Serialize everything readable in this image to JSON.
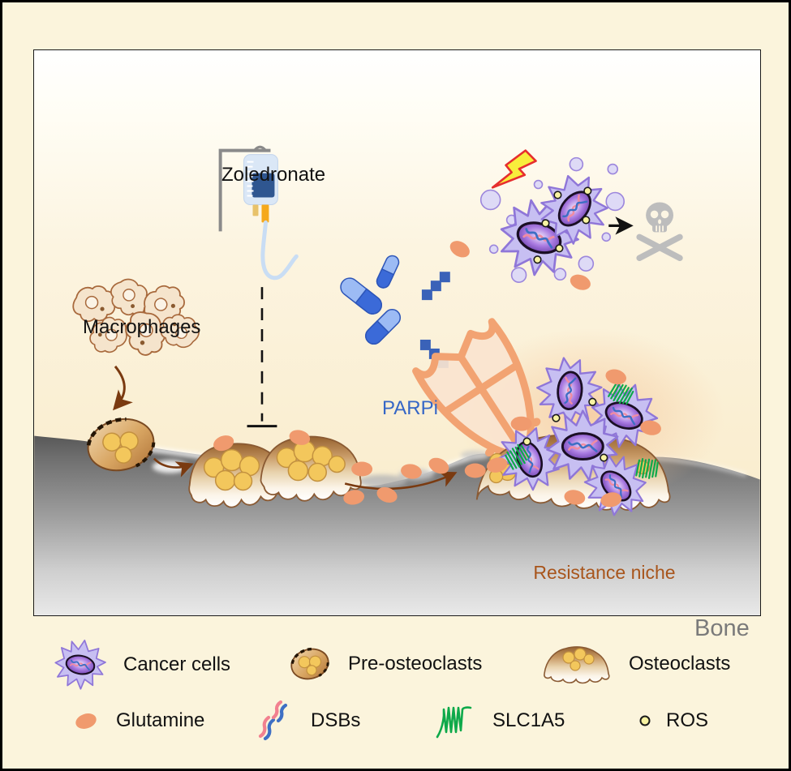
{
  "diagram": {
    "labels": {
      "zoledronate": "Zoledronate",
      "macrophages": "Macrophages",
      "parpi": "PARPi",
      "resistance_niche": "Resistance niche",
      "bone": "Bone"
    },
    "colors": {
      "background": "#FBF4DC",
      "panel_top": "#FFFFFF",
      "panel_bottom": "#F8E9C8",
      "cancer_cell_purple": "#C7BFF2",
      "cancer_outline": "#8F76D8",
      "glutamine_orange": "#F09A6E",
      "slc1a5_green": "#0EA94A",
      "parpi_blue": "#3566C6",
      "bone_dark": "#5A5A5A",
      "bone_light": "#E8E8E8",
      "resistance_label_brown": "#A8551C",
      "lightning_yellow": "#F8EE3C",
      "lightning_red": "#E62E2E",
      "skull_gray": "#BDBDBD",
      "iv_bag_blue": "#DAE7F6",
      "iv_label_navy": "#2F5690"
    },
    "icons": [
      "iv-drip-icon",
      "inhibition-bar-icon",
      "lightning-bolt-icon",
      "skull-crossbones-icon",
      "shield-icon",
      "capsule-icon",
      "parpi-fragment-icon"
    ]
  },
  "legend": {
    "items": [
      {
        "icon": "cancer-cell-icon",
        "label": "Cancer cells"
      },
      {
        "icon": "pre-osteoclast-icon",
        "label": "Pre-osteoclasts"
      },
      {
        "icon": "osteoclast-icon",
        "label": "Osteoclasts"
      },
      {
        "icon": "glutamine-icon",
        "label": "Glutamine"
      },
      {
        "icon": "dsb-icon",
        "label": "DSBs"
      },
      {
        "icon": "slc1a5-icon",
        "label": "SLC1A5"
      },
      {
        "icon": "ros-icon",
        "label": "ROS"
      }
    ]
  }
}
